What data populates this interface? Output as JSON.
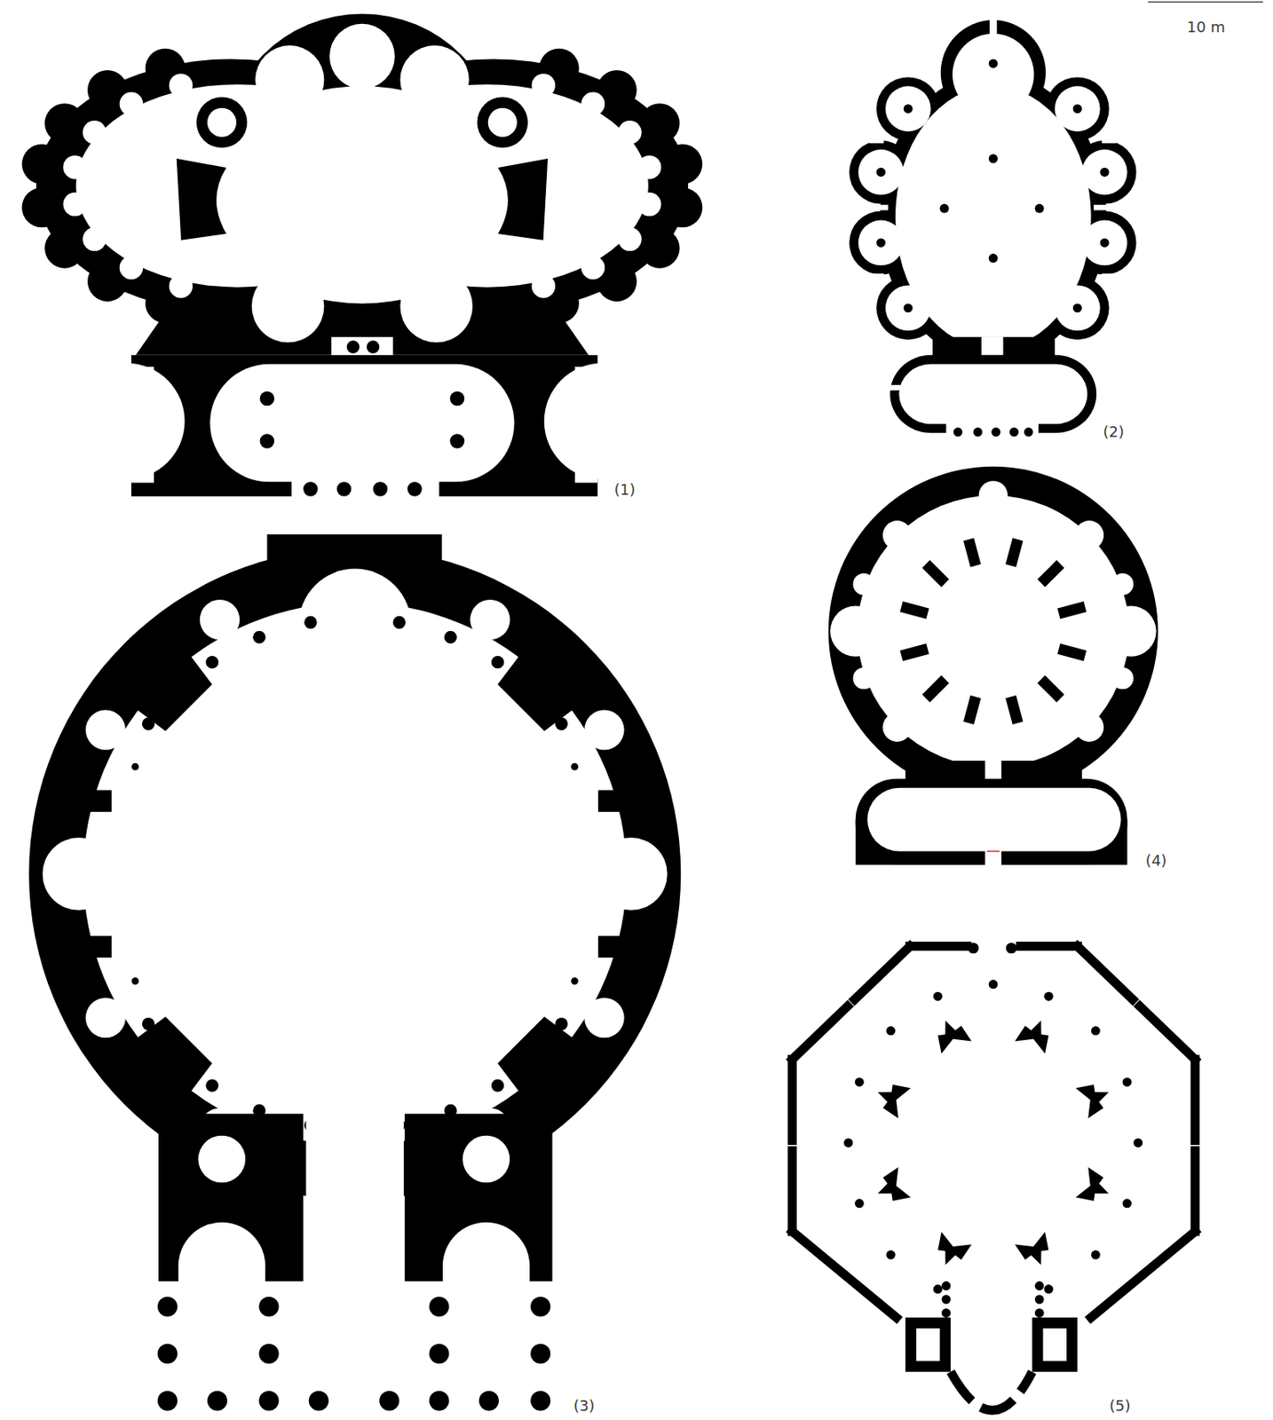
{
  "diagram": {
    "labels": [
      "10 m",
      "(1)",
      "(2)",
      "(3)",
      "(4)",
      "(5)"
    ]
  }
}
